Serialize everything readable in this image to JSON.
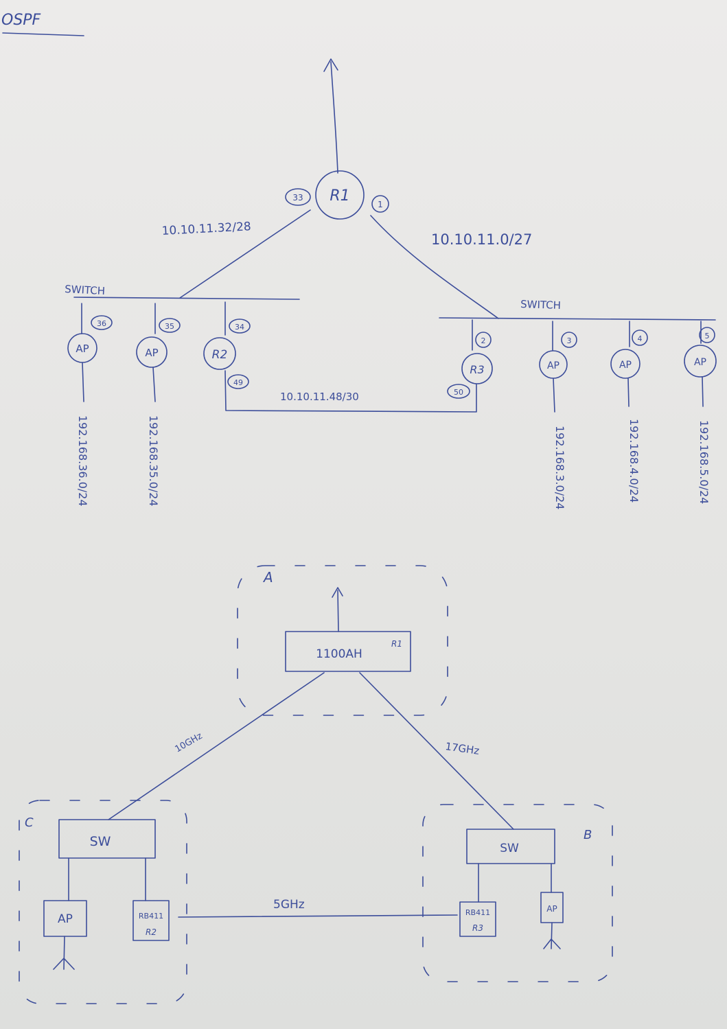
{
  "title": "OSPF",
  "ospf": {
    "router_main": "R1",
    "port_left": "33",
    "port_right": "1",
    "left_net": "10.10.11.32/28",
    "right_net": "10.10.11.0/27",
    "switch_left": "SWITCH",
    "switch_right": "SWITCH",
    "left_nodes": [
      {
        "type": "AP",
        "port": "36",
        "net": "192.168.36.0/24"
      },
      {
        "type": "AP",
        "port": "35",
        "net": "192.168.35.0/24"
      },
      {
        "type": "R2",
        "port": "34",
        "port2": "49"
      }
    ],
    "right_nodes": [
      {
        "type": "R3",
        "port": "2",
        "port2": "50"
      },
      {
        "type": "AP",
        "port": "3",
        "net": "192.168.3.0/24"
      },
      {
        "type": "AP",
        "port": "4",
        "net": "192.168.4.0/24"
      },
      {
        "type": "AP",
        "port": "5",
        "net": "192.168.5.0/24"
      }
    ],
    "link_net": "10.10.11.48/30"
  },
  "wireless": {
    "site_a": "A",
    "site_b": "B",
    "site_c": "C",
    "main_device": "1100AH",
    "main_device_tag": "R1",
    "link_c": "10GHz",
    "link_b": "17GHz",
    "link_bc": "5GHz",
    "sw_c": "SW",
    "sw_b": "SW",
    "c_ap": "AP",
    "c_rb": "RB411",
    "c_rb_tag": "R2",
    "b_rb": "RB411",
    "b_rb_tag": "R3",
    "b_ap": "AP"
  }
}
